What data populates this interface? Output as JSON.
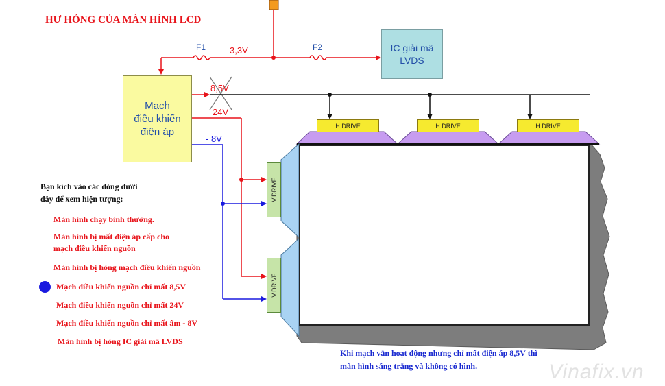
{
  "title": "HƯ HỎNG CỦA MÀN HÌNH LCD",
  "ic_box": {
    "line1": "IC giải mã",
    "line2": "LVDS"
  },
  "driver_box": {
    "line1": "Mạch",
    "line2": "điều khiển",
    "line3": "điện áp"
  },
  "fuses": {
    "f1": "F1",
    "f2": "F2"
  },
  "voltages": {
    "v33": "3,3V",
    "v85": "8,5V",
    "v24": "24V",
    "vneg8": "- 8V"
  },
  "h_drive_label": "H.DRIVE",
  "v_drive_label": "V.DRIVE",
  "instructions": {
    "line1": "Bạn kích vào các dòng dưới",
    "line2": "đây để xem hiện tượng:"
  },
  "options": [
    {
      "line1": "Màn hình chạy bình thường.",
      "line2": ""
    },
    {
      "line1": "Màn hình bị mất điện áp cấp cho",
      "line2": "mạch điều khiển nguồn"
    },
    {
      "line1": "Màn hình bị hỏng mạch điều khiển nguồn",
      "line2": ""
    },
    {
      "line1": "Mạch điều khiển nguồn chỉ mất 8,5V",
      "line2": ""
    },
    {
      "line1": "Mạch điều khiển nguồn chỉ mất 24V",
      "line2": ""
    },
    {
      "line1": "Mạch điều khiển nguồn chỉ mất âm - 8V",
      "line2": ""
    },
    {
      "line1": "Màn hình bị hỏng IC giải mã LVDS",
      "line2": ""
    }
  ],
  "selected_option": 3,
  "description": {
    "line1": "Khi mạch vẫn hoạt động nhưng chỉ mất điện áp 8,5V thì",
    "line2": "màn hình sáng trắng và không có hình."
  },
  "watermark": "Vinafix.vn",
  "colors": {
    "red_line": "#e8141b",
    "blue_line": "#1a1adf",
    "black_line": "#111111",
    "ic_fill": "#aedfe3",
    "driver_fill": "#fafaa0",
    "hdrive_fill": "#f6ea2f",
    "vdrive_fill": "#c6e4a8",
    "purple": "#c79cf0",
    "side_blue": "#a9d3f3",
    "bezel": "#7d7d7d"
  }
}
